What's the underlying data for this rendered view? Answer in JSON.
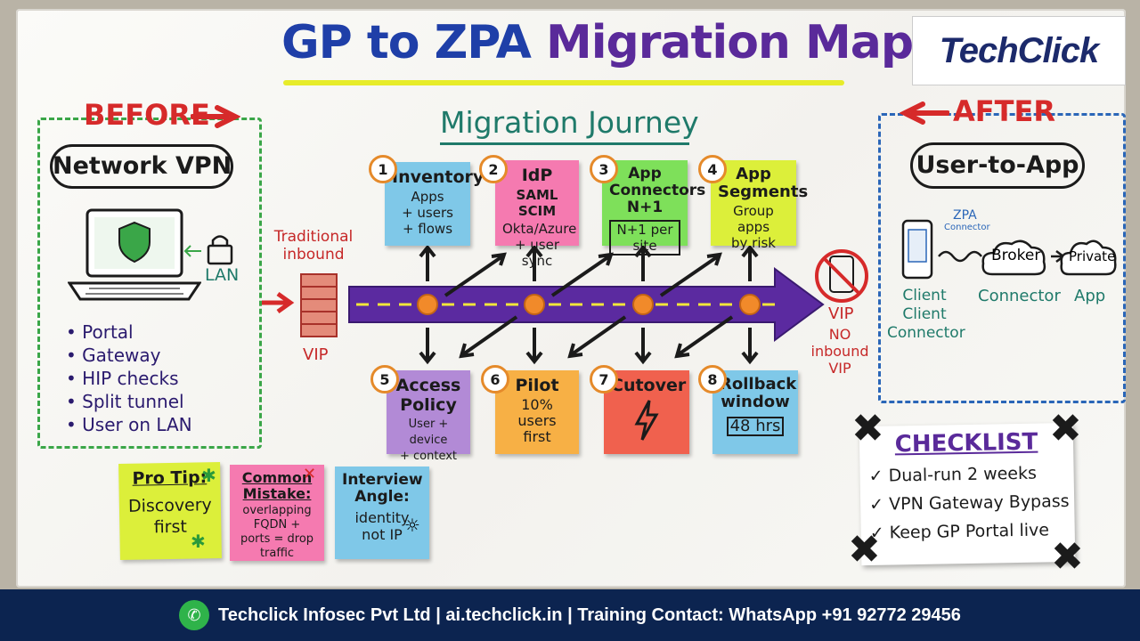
{
  "title": {
    "part1": "GP to ZPA",
    "part2": "Migration Map"
  },
  "logo": {
    "text": "TechClick"
  },
  "before": {
    "heading": "BEFORE",
    "pill": "Network VPN",
    "lan_label": "LAN",
    "bullets": [
      "Portal",
      "Gateway",
      "HIP checks",
      "Split tunnel",
      "User on LAN"
    ]
  },
  "firewall": {
    "label": "Traditional inbound",
    "vip": "VIP"
  },
  "journey": {
    "title": "Migration Journey"
  },
  "steps_top": [
    {
      "num": "1",
      "title": "Inventory",
      "body": "Apps\n+ users\n+ flows",
      "color": "#7fc8e8"
    },
    {
      "num": "2",
      "title": "IdP",
      "sub": "SAML SCIM",
      "body": "Okta/Azure\n+ user sync",
      "color": "#f57ab0"
    },
    {
      "num": "3",
      "title": "App Connectors N+1",
      "body": "N+1 per site",
      "color": "#7ee05a"
    },
    {
      "num": "4",
      "title": "App Segments",
      "body": "Group apps\nby risk",
      "color": "#dcef3a"
    }
  ],
  "steps_bottom": [
    {
      "num": "5",
      "title": "Access Policy",
      "body": "User + device\n+ context",
      "color": "#b28ad6"
    },
    {
      "num": "6",
      "title": "Pilot",
      "body": "10% users\nfirst",
      "color": "#f7b045"
    },
    {
      "num": "7",
      "title": "Cutover",
      "body": "",
      "color": "#f0614e"
    },
    {
      "num": "8",
      "title": "Rollback window",
      "body": "48 hrs",
      "color": "#7fc8e8"
    }
  ],
  "no_inbound": {
    "vip_top": "VIP",
    "text": "NO inbound VIP"
  },
  "after": {
    "heading": "AFTER",
    "pill": "User-to-App",
    "zpa_label": "ZPA",
    "zpa_sub": "Connector",
    "broker": "Broker",
    "private": "Private",
    "client_label": "Client Client Connector",
    "connector_label": "Connector",
    "app_label": "App"
  },
  "tips": [
    {
      "title": "Pro Tip:",
      "body": "Discovery first",
      "color": "#dcef3a"
    },
    {
      "title": "Common Mistake:",
      "body": "overlapping FQDN + ports = drop traffic",
      "color": "#f57ab0"
    },
    {
      "title": "Interview Angle:",
      "body": "identity not IP",
      "color": "#7fc8e8"
    }
  ],
  "checklist": {
    "title": "CHECKLIST",
    "items": [
      "✓ Dual-run 2 weeks",
      "✓ VPN Gateway Bypass",
      "✓ Keep GP Portal live"
    ]
  },
  "footer": {
    "text": "Techclick Infosec Pvt Ltd | ai.techclick.in | Training Contact: WhatsApp +91 92772 29456"
  }
}
